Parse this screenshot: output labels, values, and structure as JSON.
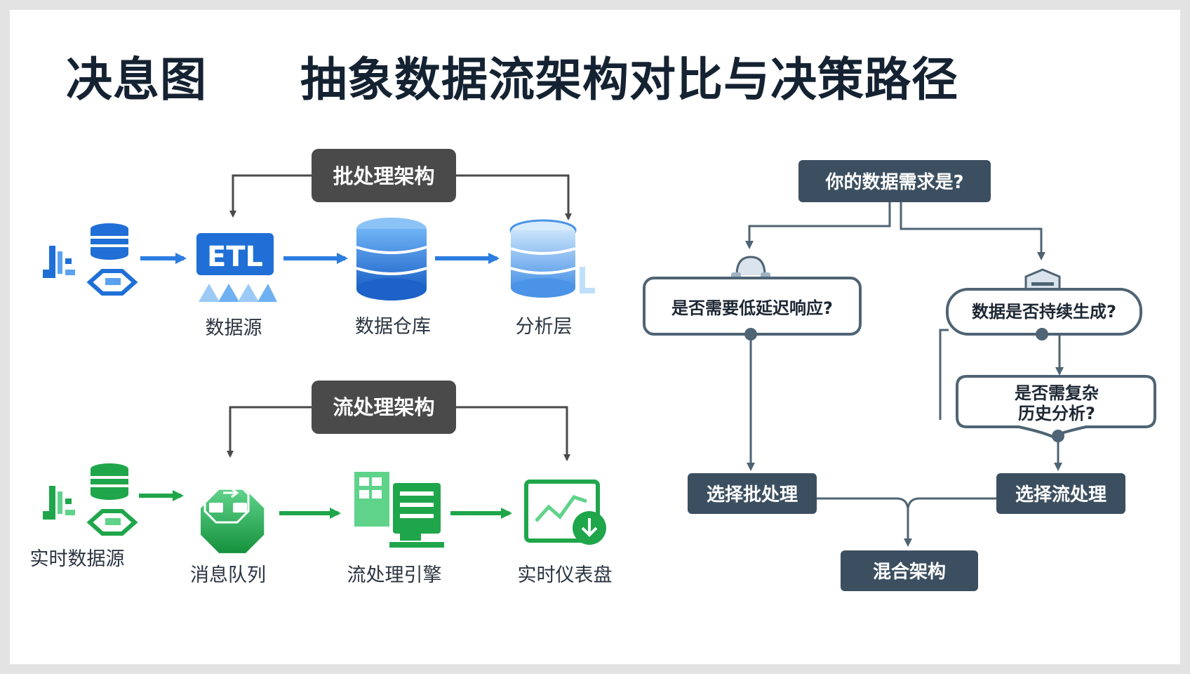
{
  "title": {
    "left": "决息图",
    "main": "抽象数据流架构对比与决策路径"
  },
  "batch": {
    "header": "批处理架构",
    "etl_text": "ETL",
    "labels": {
      "source": "数据源",
      "warehouse": "数据仓库",
      "analysis": "分析层"
    }
  },
  "stream": {
    "header": "流处理架构",
    "labels": {
      "source": "实时数据源",
      "queue": "消息队列",
      "engine": "流处理引擎",
      "dashboard": "实时仪表盘"
    }
  },
  "decision": {
    "root": "你的数据需求是?",
    "q_latency": "是否需要低延迟响应?",
    "q_continuous": "数据是否持续生成?",
    "q_history_line1": "是否需复杂",
    "q_history_line2": "历史分析?",
    "choose_batch": "选择批处理",
    "choose_stream": "选择流处理",
    "hybrid": "混合架构"
  },
  "colors": {
    "title": "#142232",
    "blue": "#1f6fd6",
    "blue_light": "#5aa2ef",
    "green": "#1fa64a",
    "green_light": "#5fd38a",
    "dark_header": "#4a4a4a",
    "flow_node": "#3c4f60",
    "outline": "#4f6474"
  }
}
